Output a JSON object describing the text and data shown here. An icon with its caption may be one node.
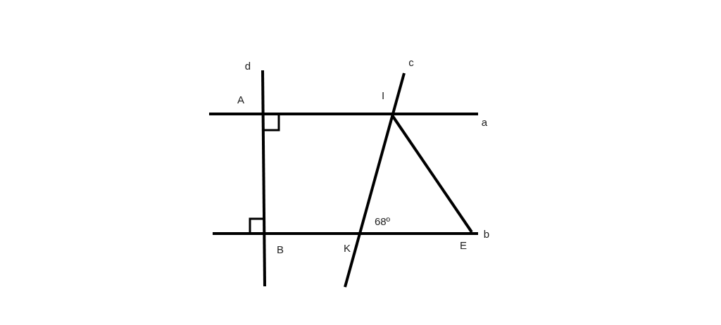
{
  "diagram": {
    "labels": [
      "d",
      "c",
      "A",
      "I",
      "a",
      "68º",
      "b",
      "B",
      "K",
      "E"
    ]
  }
}
